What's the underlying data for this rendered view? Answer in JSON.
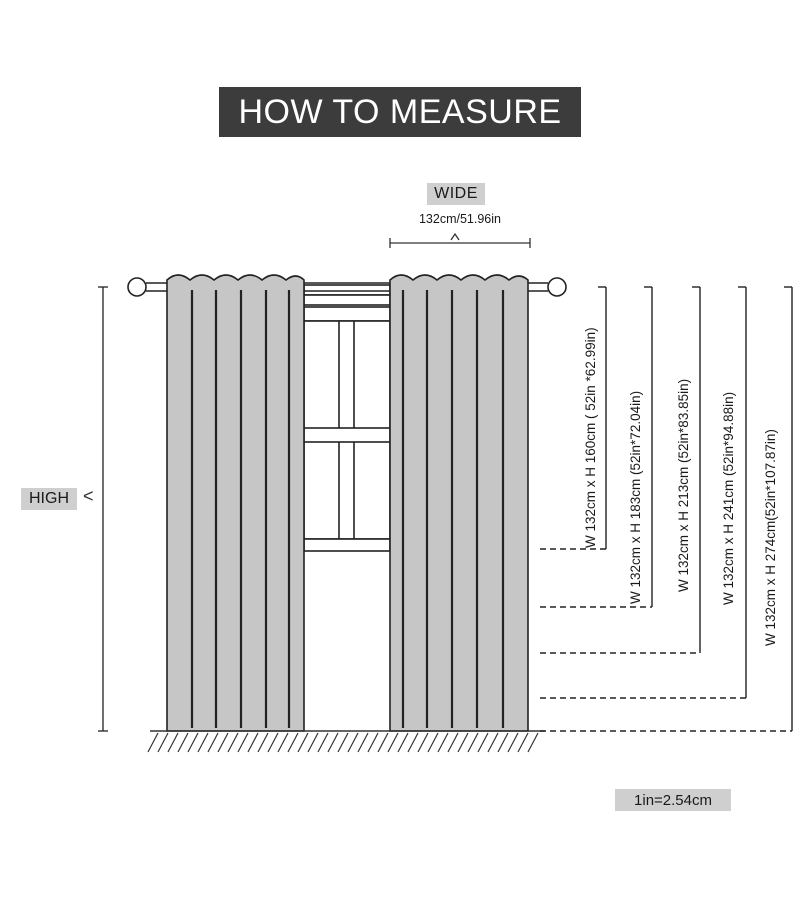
{
  "title": "HOW TO MEASURE",
  "wide": {
    "label": "WIDE",
    "size": "132cm/51.96in"
  },
  "high": {
    "label": "HIGH"
  },
  "conversion": "1in=2.54cm",
  "sizes": [
    {
      "text": "W 132cm x H 160cm ( 52in *62.99in)"
    },
    {
      "text": "W 132cm x H 183cm (52in*72.04in)"
    },
    {
      "text": "W 132cm x H 213cm (52in*83.85in)"
    },
    {
      "text": "W 132cm x H 241cm (52in*94.88in)"
    },
    {
      "text": "W 132cm x H 274cm(52in*107.87in)"
    }
  ]
}
